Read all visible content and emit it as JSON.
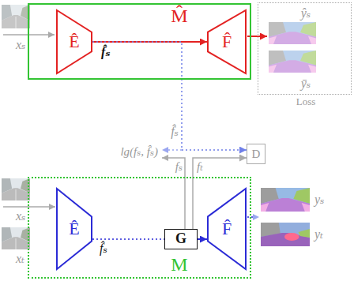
{
  "diagram": {
    "nodes": [
      {
        "text": [
          "M̂"
        ]
      },
      {
        "text": [
          "Ê"
        ],
        "in": 0
      },
      {
        "text": [
          "F̂"
        ],
        "in": 0
      },
      {
        "text": [
          "ŷₛ",
          "ȳₛ",
          "Loss"
        ]
      },
      {
        "text": [
          "D"
        ]
      },
      {
        "text": [
          "M"
        ]
      },
      {
        "text": [
          "Ê"
        ],
        "in": 5
      },
      {
        "text": [
          "G"
        ],
        "in": 5
      },
      {
        "text": [
          "F̂"
        ],
        "in": 5
      }
    ],
    "edges": [
      {
        "from": 1,
        "to": 2,
        "arrow": "to"
      },
      {
        "from": 1,
        "to": 4,
        "arrow": "to"
      },
      {
        "from": 6,
        "to": 7,
        "arrow": "none"
      },
      {
        "from": 7,
        "to": 8,
        "arrow": "to"
      },
      {
        "from": 7,
        "to": 4,
        "arrow": "to"
      }
    ],
    "labels": [
      "xₛ",
      "f̂ₛ",
      "f̂ₛ",
      "lg(fₛ, f̂ₛ)",
      "fₛ",
      "fₜ",
      "xₛ",
      "xₜ",
      "f̂ₛ",
      "yₛ",
      "yₜ"
    ]
  }
}
